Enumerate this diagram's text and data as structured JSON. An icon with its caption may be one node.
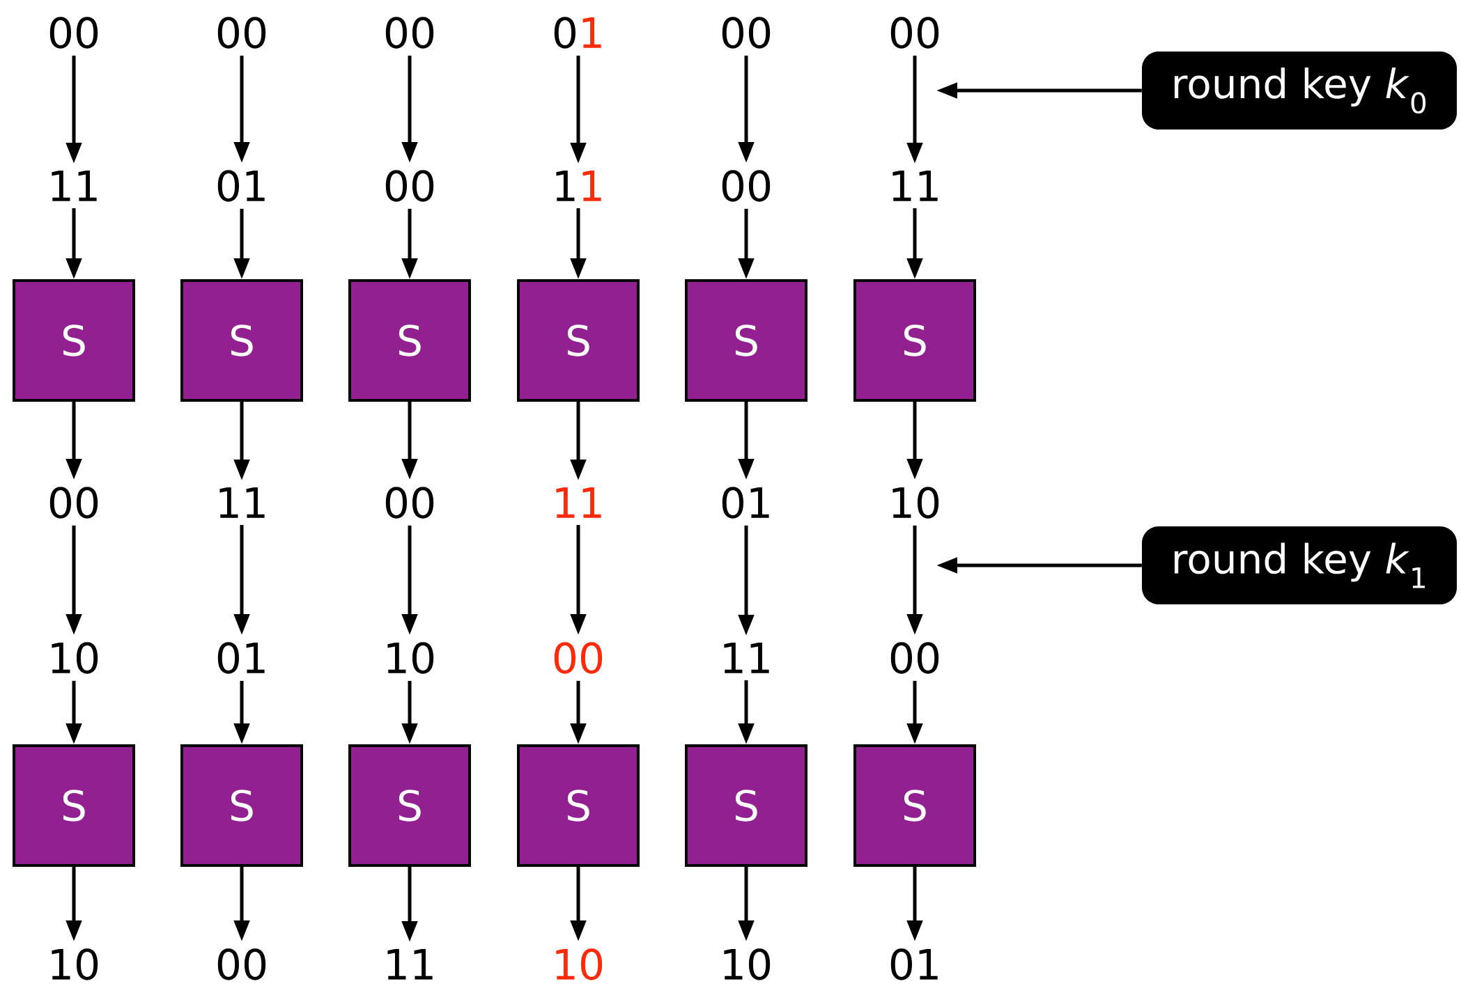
{
  "diagram": {
    "nodes": [
      {
        "text": [
          "00"
        ]
      },
      {
        "text": [
          "00"
        ]
      },
      {
        "text": [
          "00"
        ]
      },
      {
        "text": [
          "0",
          "1"
        ]
      },
      {
        "text": [
          "00"
        ]
      },
      {
        "text": [
          "00"
        ]
      },
      {
        "text": [
          "round key *k*$_{0}$"
        ]
      },
      {
        "text": [
          "11"
        ]
      },
      {
        "text": [
          "01"
        ]
      },
      {
        "text": [
          "00"
        ]
      },
      {
        "text": [
          "1",
          "1"
        ]
      },
      {
        "text": [
          "00"
        ]
      },
      {
        "text": [
          "11"
        ]
      },
      {
        "text": [
          "S"
        ]
      },
      {
        "text": [
          "S"
        ]
      },
      {
        "text": [
          "S"
        ]
      },
      {
        "text": [
          "S"
        ]
      },
      {
        "text": [
          "S"
        ]
      },
      {
        "text": [
          "S"
        ]
      },
      {
        "text": [
          "00"
        ]
      },
      {
        "text": [
          "11"
        ]
      },
      {
        "text": [
          "00"
        ]
      },
      {
        "text": [
          "11"
        ]
      },
      {
        "text": [
          "01"
        ]
      },
      {
        "text": [
          "10"
        ]
      },
      {
        "text": [
          "round key *k*$_{1}$"
        ]
      },
      {
        "text": [
          "10"
        ]
      },
      {
        "text": [
          "01"
        ]
      },
      {
        "text": [
          "10"
        ]
      },
      {
        "text": [
          "00"
        ]
      },
      {
        "text": [
          "11"
        ]
      },
      {
        "text": [
          "00"
        ]
      },
      {
        "text": [
          "S"
        ]
      },
      {
        "text": [
          "S"
        ]
      },
      {
        "text": [
          "S"
        ]
      },
      {
        "text": [
          "S"
        ]
      },
      {
        "text": [
          "S"
        ]
      },
      {
        "text": [
          "S"
        ]
      },
      {
        "text": [
          "10"
        ]
      },
      {
        "text": [
          "00"
        ]
      },
      {
        "text": [
          "11"
        ]
      },
      {
        "text": [
          "10"
        ]
      },
      {
        "text": [
          "10"
        ]
      },
      {
        "text": [
          "01"
        ]
      }
    ],
    "edges": [
      {
        "from": 0,
        "to": 7,
        "arrow": "to"
      },
      {
        "from": 1,
        "to": 8,
        "arrow": "to"
      },
      {
        "from": 2,
        "to": 9,
        "arrow": "to"
      },
      {
        "from": 3,
        "to": 10,
        "arrow": "to"
      },
      {
        "from": 4,
        "to": 11,
        "arrow": "to"
      },
      {
        "from": 5,
        "to": 12,
        "arrow": "to"
      },
      {
        "from": 6,
        "to": null,
        "arrow": "to"
      },
      {
        "from": 7,
        "to": 13,
        "arrow": "to"
      },
      {
        "from": 8,
        "to": 14,
        "arrow": "to"
      },
      {
        "from": 9,
        "to": 15,
        "arrow": "to"
      },
      {
        "from": 10,
        "to": 16,
        "arrow": "to"
      },
      {
        "from": 11,
        "to": 17,
        "arrow": "to"
      },
      {
        "from": 12,
        "to": 18,
        "arrow": "to"
      },
      {
        "from": 13,
        "to": 19,
        "arrow": "to"
      },
      {
        "from": 14,
        "to": 20,
        "arrow": "to"
      },
      {
        "from": 15,
        "to": 21,
        "arrow": "to"
      },
      {
        "from": 16,
        "to": 22,
        "arrow": "to"
      },
      {
        "from": 17,
        "to": 23,
        "arrow": "to"
      },
      {
        "from": 18,
        "to": 24,
        "arrow": "to"
      },
      {
        "from": 19,
        "to": 26,
        "arrow": "to"
      },
      {
        "from": 20,
        "to": 27,
        "arrow": "to"
      },
      {
        "from": 21,
        "to": 28,
        "arrow": "to"
      },
      {
        "from": 22,
        "to": 29,
        "arrow": "to"
      },
      {
        "from": 23,
        "to": 30,
        "arrow": "to"
      },
      {
        "from": 24,
        "to": 31,
        "arrow": "to"
      },
      {
        "from": 25,
        "to": null,
        "arrow": "to"
      },
      {
        "from": 26,
        "to": 32,
        "arrow": "to"
      },
      {
        "from": 27,
        "to": 33,
        "arrow": "to"
      },
      {
        "from": 28,
        "to": 34,
        "arrow": "to"
      },
      {
        "from": 29,
        "to": 35,
        "arrow": "to"
      },
      {
        "from": 30,
        "to": 36,
        "arrow": "to"
      },
      {
        "from": 31,
        "to": 37,
        "arrow": "to"
      },
      {
        "from": 32,
        "to": 38,
        "arrow": "to"
      },
      {
        "from": 33,
        "to": 39,
        "arrow": "to"
      },
      {
        "from": 34,
        "to": 40,
        "arrow": "to"
      },
      {
        "from": 35,
        "to": 41,
        "arrow": "to"
      },
      {
        "from": 36,
        "to": 42,
        "arrow": "to"
      },
      {
        "from": 37,
        "to": 43,
        "arrow": "to"
      }
    ]
  }
}
